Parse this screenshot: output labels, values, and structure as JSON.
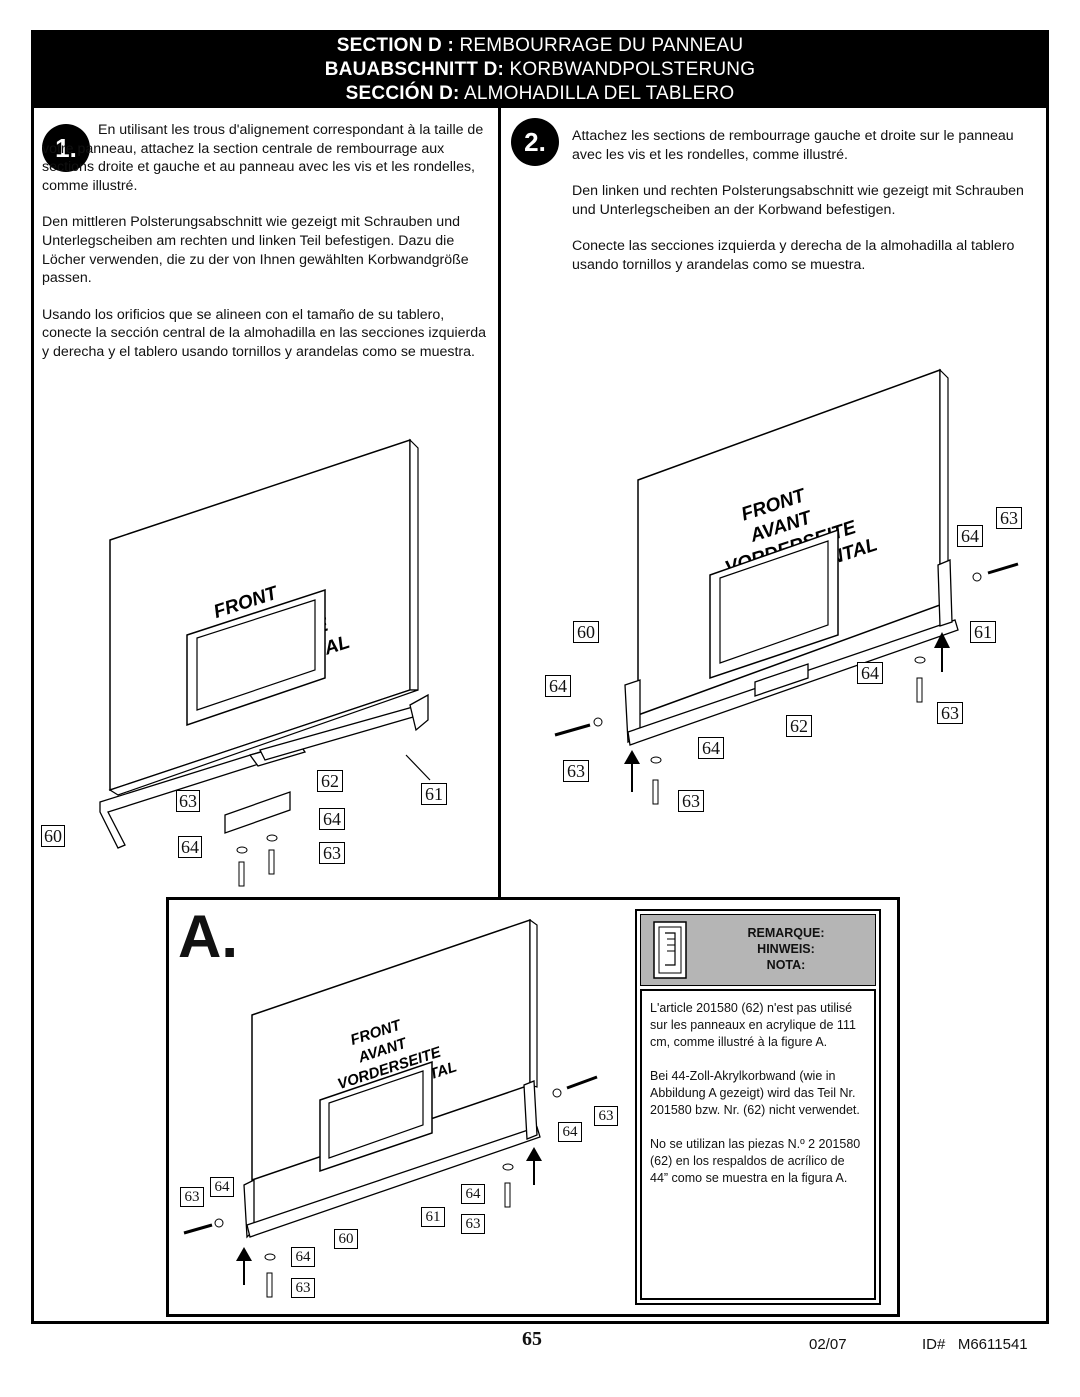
{
  "header": {
    "lines": [
      {
        "bold": "SECTION D :",
        "rest": " REMBOURRAGE DU PANNEAU"
      },
      {
        "bold": "BAUABSCHNITT D:",
        "rest": " KORBWANDPOLSTERUNG"
      },
      {
        "bold": "SECCIÓN D:",
        "rest": " ALMOHADILLA DEL TABLERO"
      }
    ]
  },
  "step1": {
    "number": "1.",
    "fr": "En utilisant les trous d'alignement correspondant à la taille de votre panneau, attachez la section centrale de rembourrage aux sections droite et gauche et au panneau avec les vis et les rondelles, comme illustré.",
    "de": "Den mittleren Polsterungsabschnitt wie gezeigt mit Schrauben und Unterlegscheiben am rechten und linken Teil befestigen. Dazu die Löcher verwenden, die zu der von Ihnen gewählten Korbwandgröße passen.",
    "es": "Usando los orificios que se alineen con el tamaño de su tablero, conecte la sección central de la almohadilla en las secciones izquierda y derecha y el tablero usando tornillos y arandelas como se muestra."
  },
  "step2": {
    "number": "2.",
    "fr": "Attachez les sections de rembourrage gauche et droite sur le panneau avec les vis et les rondelles, comme illustré.",
    "de": "Den linken und rechten Polsterungsabschnitt wie gezeigt mit Schrauben und Unterlegscheiben an der Korbwand befestigen.",
    "es": "Conecte las secciones izquierda y derecha de la almohadilla al tablero usando tornillos y arandelas como se muestra."
  },
  "board_labels": [
    "FRONT",
    "AVANT",
    "VORDERSEITE",
    "PARTE FRONTAL"
  ],
  "callouts": {
    "c60": "60",
    "c61": "61",
    "c62": "62",
    "c63": "63",
    "c64": "64"
  },
  "figureA": {
    "label": "A."
  },
  "note": {
    "titles": [
      "REMARQUE:",
      "HINWEIS:",
      "NOTA:"
    ],
    "fr": "L'article 201580 (62) n'est pas utilisé sur les panneaux en acrylique de 111 cm, comme illustré à la figure A.",
    "de": "Bei 44-Zoll-Akrylkorbwand (wie in Abbildung A gezeigt) wird das Teil Nr. 201580 bzw. Nr. (62) nicht verwendet.",
    "es": "No se utilizan las piezas N.º 2 201580 (62) en los respaldos de acrílico de 44” como se muestra en la figura A."
  },
  "footer": {
    "page": "65",
    "date": "02/07",
    "id": "ID#   M6611541"
  }
}
